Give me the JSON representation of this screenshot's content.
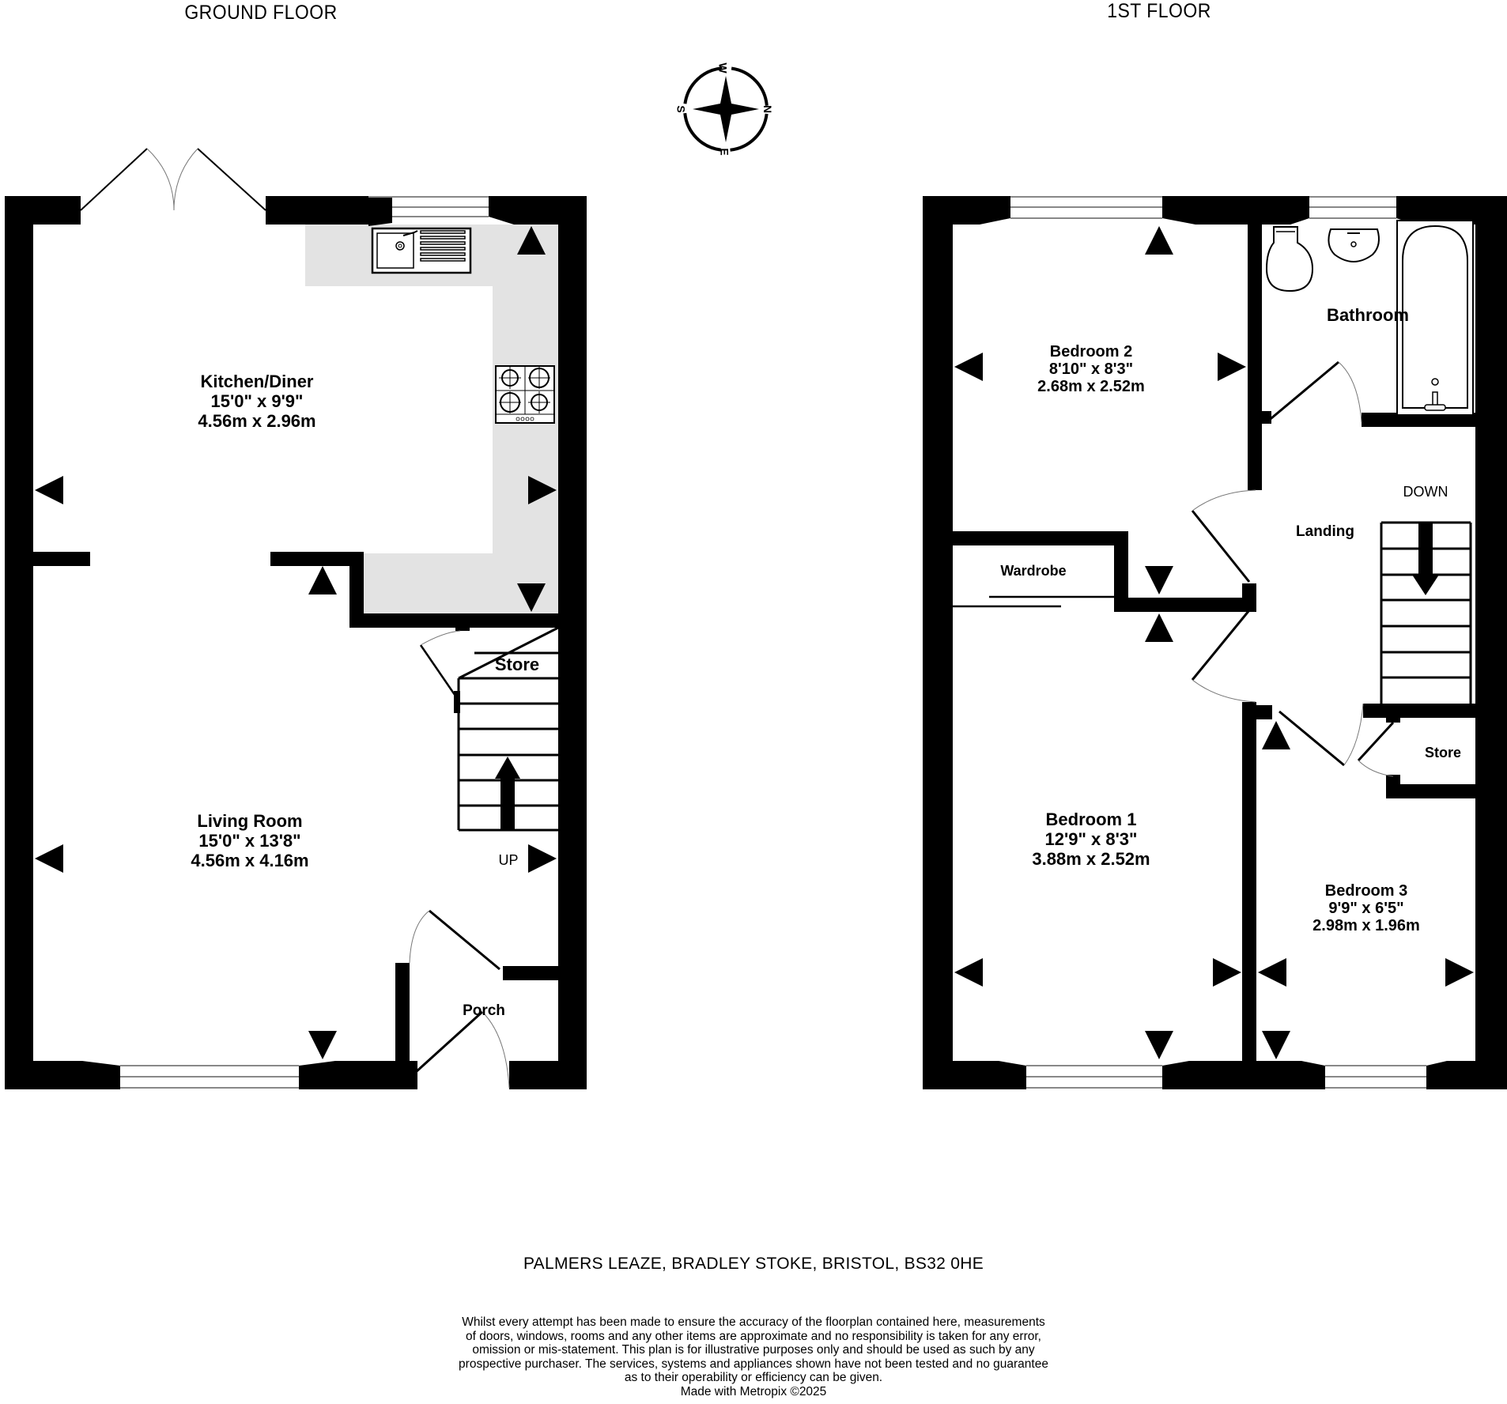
{
  "floors": {
    "ground": {
      "title": "GROUND FLOOR",
      "rooms": [
        {
          "name": "Kitchen/Diner",
          "imperial": "15'0\"  x 9'9\"",
          "metric": "4.56m  x 2.96m"
        },
        {
          "name": "Living Room",
          "imperial": "15'0\"  x 13'8\"",
          "metric": "4.56m  x 4.16m"
        },
        {
          "name": "Store"
        },
        {
          "name": "Porch"
        }
      ],
      "stairs_label": "UP"
    },
    "first": {
      "title": "1ST FLOOR",
      "rooms": [
        {
          "name": "Bedroom 2",
          "imperial": "8'10\"  x 8'3\"",
          "metric": "2.68m  x 2.52m"
        },
        {
          "name": "Bathroom"
        },
        {
          "name": "Landing"
        },
        {
          "name": "Wardrobe"
        },
        {
          "name": "Bedroom 1",
          "imperial": "12'9\"  x 8'3\"",
          "metric": "3.88m  x 2.52m"
        },
        {
          "name": "Store"
        },
        {
          "name": "Bedroom 3",
          "imperial": "9'9\"  x 6'5\"",
          "metric": "2.98m  x 1.96m"
        }
      ],
      "stairs_label": "DOWN"
    }
  },
  "compass": {
    "labels": {
      "top": "W",
      "right": "N",
      "bottom": "E",
      "left": "S"
    }
  },
  "address": "PALMERS LEAZE, BRADLEY STOKE, BRISTOL, BS32 0HE",
  "disclaimer": [
    "Whilst every attempt has been made to ensure the accuracy of the floorplan contained here, measurements",
    "of doors, windows, rooms and any other items are approximate and no responsibility is taken for any error,",
    "omission or mis-statement. This plan is for illustrative purposes only and should be used as such by any",
    "prospective purchaser. The services, systems and appliances shown have not been tested and no guarantee",
    "as to their operability or efficiency can be given.",
    "Made with Metropix ©2025"
  ],
  "colors": {
    "wall": "#000000",
    "kitchen_counter": "#e3e3e3",
    "window_line": "#888888",
    "door_arc": "#777777"
  }
}
